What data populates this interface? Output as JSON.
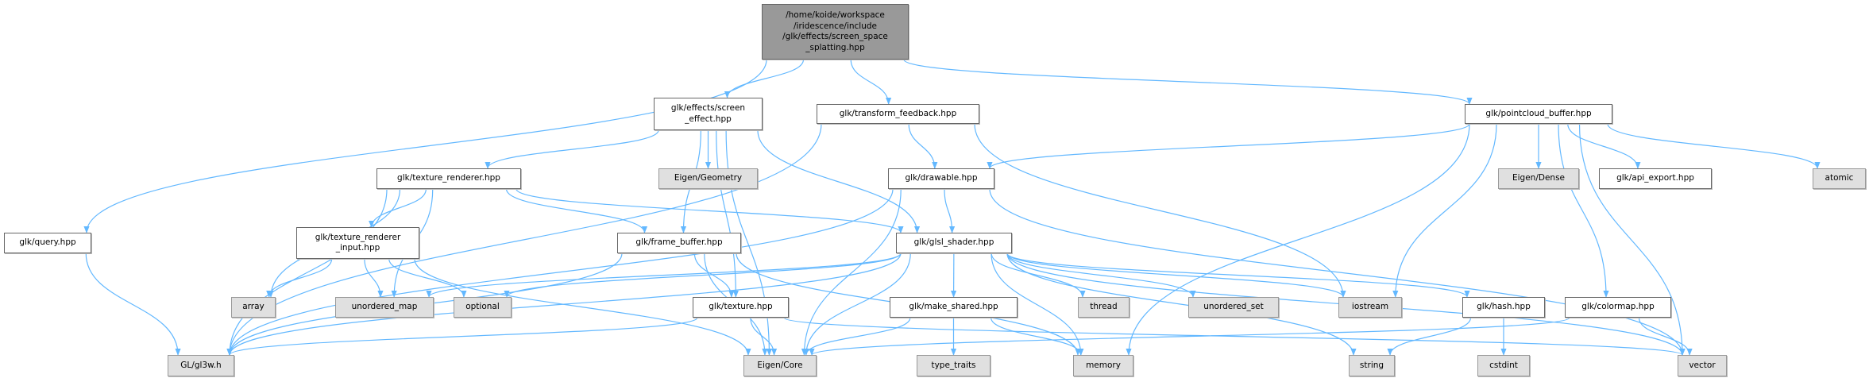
{
  "graph": {
    "type": "include-dependency-graph",
    "edge_color": "#63b8ff",
    "nodes": {
      "root": {
        "label": "/home/koide/workspace\n/iridescence/include\n/glk/effects/screen_space\n_splatting.hpp",
        "kind": "root"
      },
      "query": {
        "label": "glk/query.hpp",
        "kind": "doc"
      },
      "screen_effect": {
        "label": "glk/effects/screen\n_effect.hpp",
        "kind": "doc"
      },
      "transform_feedback": {
        "label": "glk/transform_feedback.hpp",
        "kind": "doc"
      },
      "pointcloud_buffer": {
        "label": "glk/pointcloud_buffer.hpp",
        "kind": "doc"
      },
      "texture_renderer": {
        "label": "glk/texture_renderer.hpp",
        "kind": "doc"
      },
      "eigen_geometry": {
        "label": "Eigen/Geometry",
        "kind": "ext"
      },
      "drawable": {
        "label": "glk/drawable.hpp",
        "kind": "doc"
      },
      "eigen_dense": {
        "label": "Eigen/Dense",
        "kind": "ext"
      },
      "api_export": {
        "label": "glk/api_export.hpp",
        "kind": "doc"
      },
      "atomic": {
        "label": "atomic",
        "kind": "ext"
      },
      "texture_renderer_input": {
        "label": "glk/texture_renderer\n_input.hpp",
        "kind": "doc"
      },
      "frame_buffer": {
        "label": "glk/frame_buffer.hpp",
        "kind": "doc"
      },
      "glsl_shader": {
        "label": "glk/glsl_shader.hpp",
        "kind": "doc"
      },
      "array": {
        "label": "array",
        "kind": "ext"
      },
      "unordered_map": {
        "label": "unordered_map",
        "kind": "ext"
      },
      "optional": {
        "label": "optional",
        "kind": "ext"
      },
      "texture": {
        "label": "glk/texture.hpp",
        "kind": "doc"
      },
      "make_shared": {
        "label": "glk/make_shared.hpp",
        "kind": "doc"
      },
      "thread": {
        "label": "thread",
        "kind": "ext"
      },
      "unordered_set": {
        "label": "unordered_set",
        "kind": "ext"
      },
      "iostream": {
        "label": "iostream",
        "kind": "ext"
      },
      "hash": {
        "label": "glk/hash.hpp",
        "kind": "doc"
      },
      "colormap": {
        "label": "glk/colormap.hpp",
        "kind": "doc"
      },
      "gl3w": {
        "label": "GL/gl3w.h",
        "kind": "ext"
      },
      "eigen_core": {
        "label": "Eigen/Core",
        "kind": "ext"
      },
      "type_traits": {
        "label": "type_traits",
        "kind": "ext"
      },
      "memory": {
        "label": "memory",
        "kind": "ext"
      },
      "string": {
        "label": "string",
        "kind": "ext"
      },
      "cstdint": {
        "label": "cstdint",
        "kind": "ext"
      },
      "vector": {
        "label": "vector",
        "kind": "ext"
      }
    },
    "edges": [
      [
        "root",
        "query"
      ],
      [
        "root",
        "screen_effect"
      ],
      [
        "root",
        "transform_feedback"
      ],
      [
        "root",
        "pointcloud_buffer"
      ],
      [
        "screen_effect",
        "texture_renderer"
      ],
      [
        "screen_effect",
        "eigen_geometry"
      ],
      [
        "screen_effect",
        "frame_buffer"
      ],
      [
        "screen_effect",
        "glsl_shader"
      ],
      [
        "screen_effect",
        "texture"
      ],
      [
        "screen_effect",
        "eigen_core"
      ],
      [
        "transform_feedback",
        "gl3w"
      ],
      [
        "transform_feedback",
        "drawable"
      ],
      [
        "transform_feedback",
        "iostream"
      ],
      [
        "pointcloud_buffer",
        "drawable"
      ],
      [
        "pointcloud_buffer",
        "eigen_dense"
      ],
      [
        "pointcloud_buffer",
        "api_export"
      ],
      [
        "pointcloud_buffer",
        "atomic"
      ],
      [
        "pointcloud_buffer",
        "colormap"
      ],
      [
        "pointcloud_buffer",
        "iostream"
      ],
      [
        "pointcloud_buffer",
        "memory"
      ],
      [
        "pointcloud_buffer",
        "vector"
      ],
      [
        "query",
        "gl3w"
      ],
      [
        "texture_renderer",
        "gl3w"
      ],
      [
        "texture_renderer",
        "array"
      ],
      [
        "texture_renderer",
        "texture_renderer_input"
      ],
      [
        "texture_renderer",
        "unordered_map"
      ],
      [
        "texture_renderer",
        "frame_buffer"
      ],
      [
        "texture_renderer",
        "glsl_shader"
      ],
      [
        "drawable",
        "gl3w"
      ],
      [
        "drawable",
        "eigen_core"
      ],
      [
        "drawable",
        "glsl_shader"
      ],
      [
        "drawable",
        "vector"
      ],
      [
        "texture_renderer_input",
        "array"
      ],
      [
        "texture_renderer_input",
        "unordered_map"
      ],
      [
        "texture_renderer_input",
        "optional"
      ],
      [
        "texture_renderer_input",
        "eigen_core"
      ],
      [
        "frame_buffer",
        "gl3w"
      ],
      [
        "frame_buffer",
        "eigen_core"
      ],
      [
        "frame_buffer",
        "texture"
      ],
      [
        "frame_buffer",
        "memory"
      ],
      [
        "glsl_shader",
        "unordered_map"
      ],
      [
        "glsl_shader",
        "optional"
      ],
      [
        "glsl_shader",
        "gl3w"
      ],
      [
        "glsl_shader",
        "eigen_core"
      ],
      [
        "glsl_shader",
        "make_shared"
      ],
      [
        "glsl_shader",
        "thread"
      ],
      [
        "glsl_shader",
        "unordered_set"
      ],
      [
        "glsl_shader",
        "iostream"
      ],
      [
        "glsl_shader",
        "hash"
      ],
      [
        "glsl_shader",
        "memory"
      ],
      [
        "glsl_shader",
        "string"
      ],
      [
        "glsl_shader",
        "vector"
      ],
      [
        "texture",
        "gl3w"
      ],
      [
        "texture",
        "eigen_core"
      ],
      [
        "texture",
        "vector"
      ],
      [
        "make_shared",
        "eigen_core"
      ],
      [
        "make_shared",
        "type_traits"
      ],
      [
        "make_shared",
        "memory"
      ],
      [
        "hash",
        "string"
      ],
      [
        "hash",
        "cstdint"
      ],
      [
        "colormap",
        "eigen_core"
      ],
      [
        "colormap",
        "vector"
      ]
    ]
  }
}
